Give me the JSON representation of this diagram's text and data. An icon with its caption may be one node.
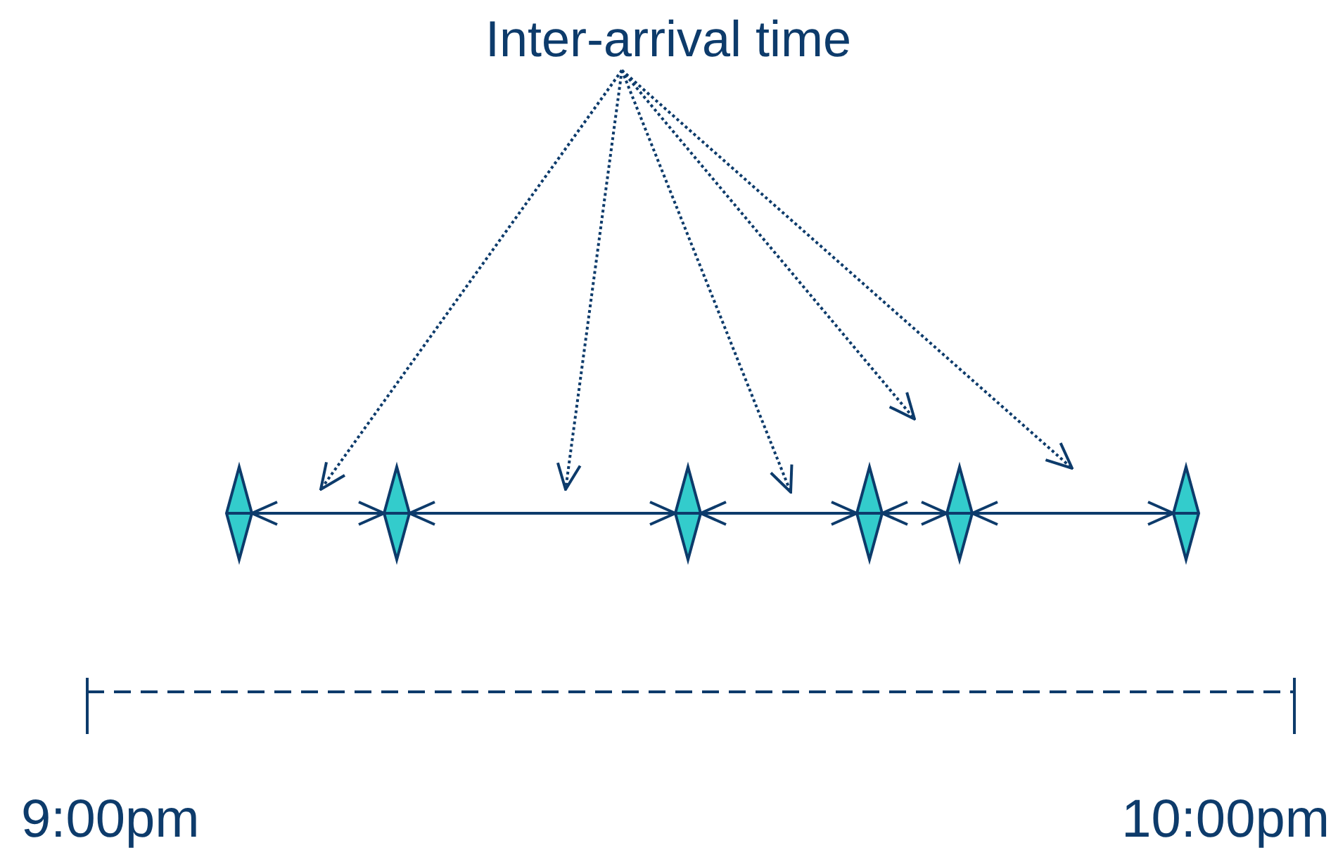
{
  "diagram": {
    "nodes": [
      {
        "text": [
          "Inter-arrival time"
        ]
      },
      {
        "text": [],
        "shape": "diamond"
      },
      {
        "text": [],
        "shape": "diamond"
      },
      {
        "text": [],
        "shape": "diamond"
      },
      {
        "text": [],
        "shape": "diamond"
      },
      {
        "text": [],
        "shape": "diamond"
      },
      {
        "text": [],
        "shape": "diamond"
      }
    ],
    "edges": [
      {
        "from": 1,
        "to": 2,
        "arrow": "both"
      },
      {
        "from": 2,
        "to": 3,
        "arrow": "both"
      },
      {
        "from": 3,
        "to": 4,
        "arrow": "both"
      },
      {
        "from": 4,
        "to": 5,
        "arrow": "both"
      },
      {
        "from": 5,
        "to": 6,
        "arrow": "both"
      },
      {
        "from": 0,
        "to": null,
        "arrow": "to",
        "style": "dashed"
      },
      {
        "from": 0,
        "to": null,
        "arrow": "to",
        "style": "dashed"
      },
      {
        "from": 0,
        "to": null,
        "arrow": "to",
        "style": "dashed"
      },
      {
        "from": 0,
        "to": null,
        "arrow": "to",
        "style": "dashed"
      },
      {
        "from": 0,
        "to": null,
        "arrow": "to",
        "style": "dashed"
      }
    ],
    "labels": [
      "9:00pm",
      "10:00pm"
    ]
  }
}
